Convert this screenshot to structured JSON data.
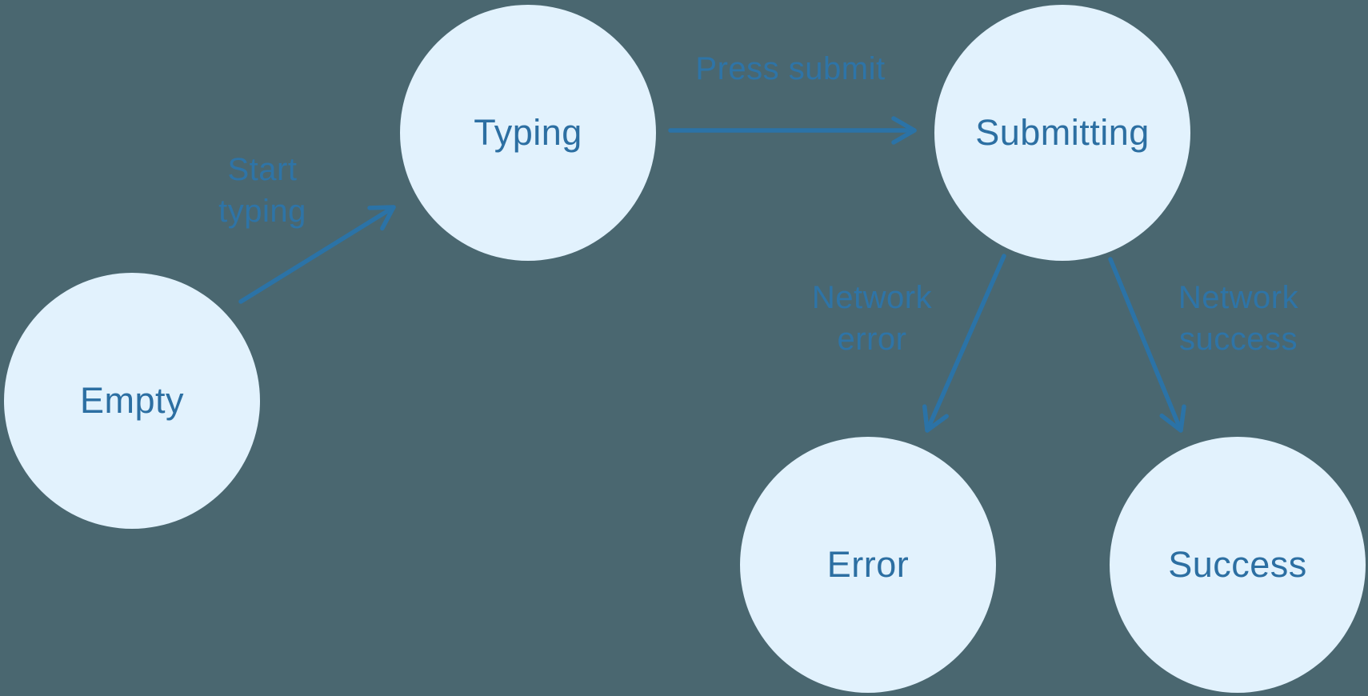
{
  "diagram": {
    "type": "state-machine",
    "nodes": [
      {
        "label": "Empty"
      },
      {
        "label": "Typing"
      },
      {
        "label": "Submitting"
      },
      {
        "label": "Error"
      },
      {
        "label": "Success"
      }
    ],
    "edges": [
      {
        "from": "Empty",
        "to": "Typing",
        "label": "Start typing",
        "lines": [
          "Start",
          "typing"
        ]
      },
      {
        "from": "Typing",
        "to": "Submitting",
        "label": "Press submit",
        "lines": [
          "Press submit"
        ]
      },
      {
        "from": "Submitting",
        "to": "Error",
        "label": "Network error",
        "lines": [
          "Network",
          "error"
        ]
      },
      {
        "from": "Submitting",
        "to": "Success",
        "label": "Network success",
        "lines": [
          "Network",
          "success"
        ]
      }
    ]
  },
  "colors": {
    "background": "#4a6770",
    "node_fill": "#e2f2fd",
    "node_text": "#2c6fa2",
    "edge": "#2b73a7",
    "edge_label": "#2e74a7"
  }
}
